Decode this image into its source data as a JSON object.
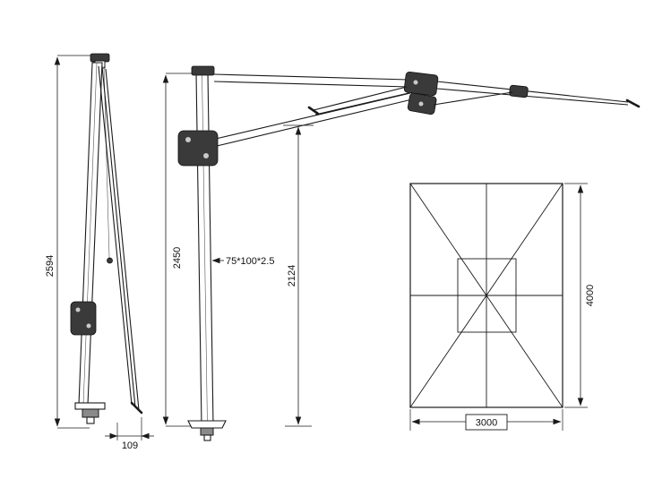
{
  "views": {
    "folded_side_view": {
      "height_dim": "2594",
      "offset_dim": "109"
    },
    "open_side_view": {
      "mast_dim": "2450",
      "clearance_dim": "2124",
      "profile_label": "75*100*2.5"
    },
    "top_view": {
      "length_dim": "4000",
      "width_dim": "3000"
    }
  }
}
